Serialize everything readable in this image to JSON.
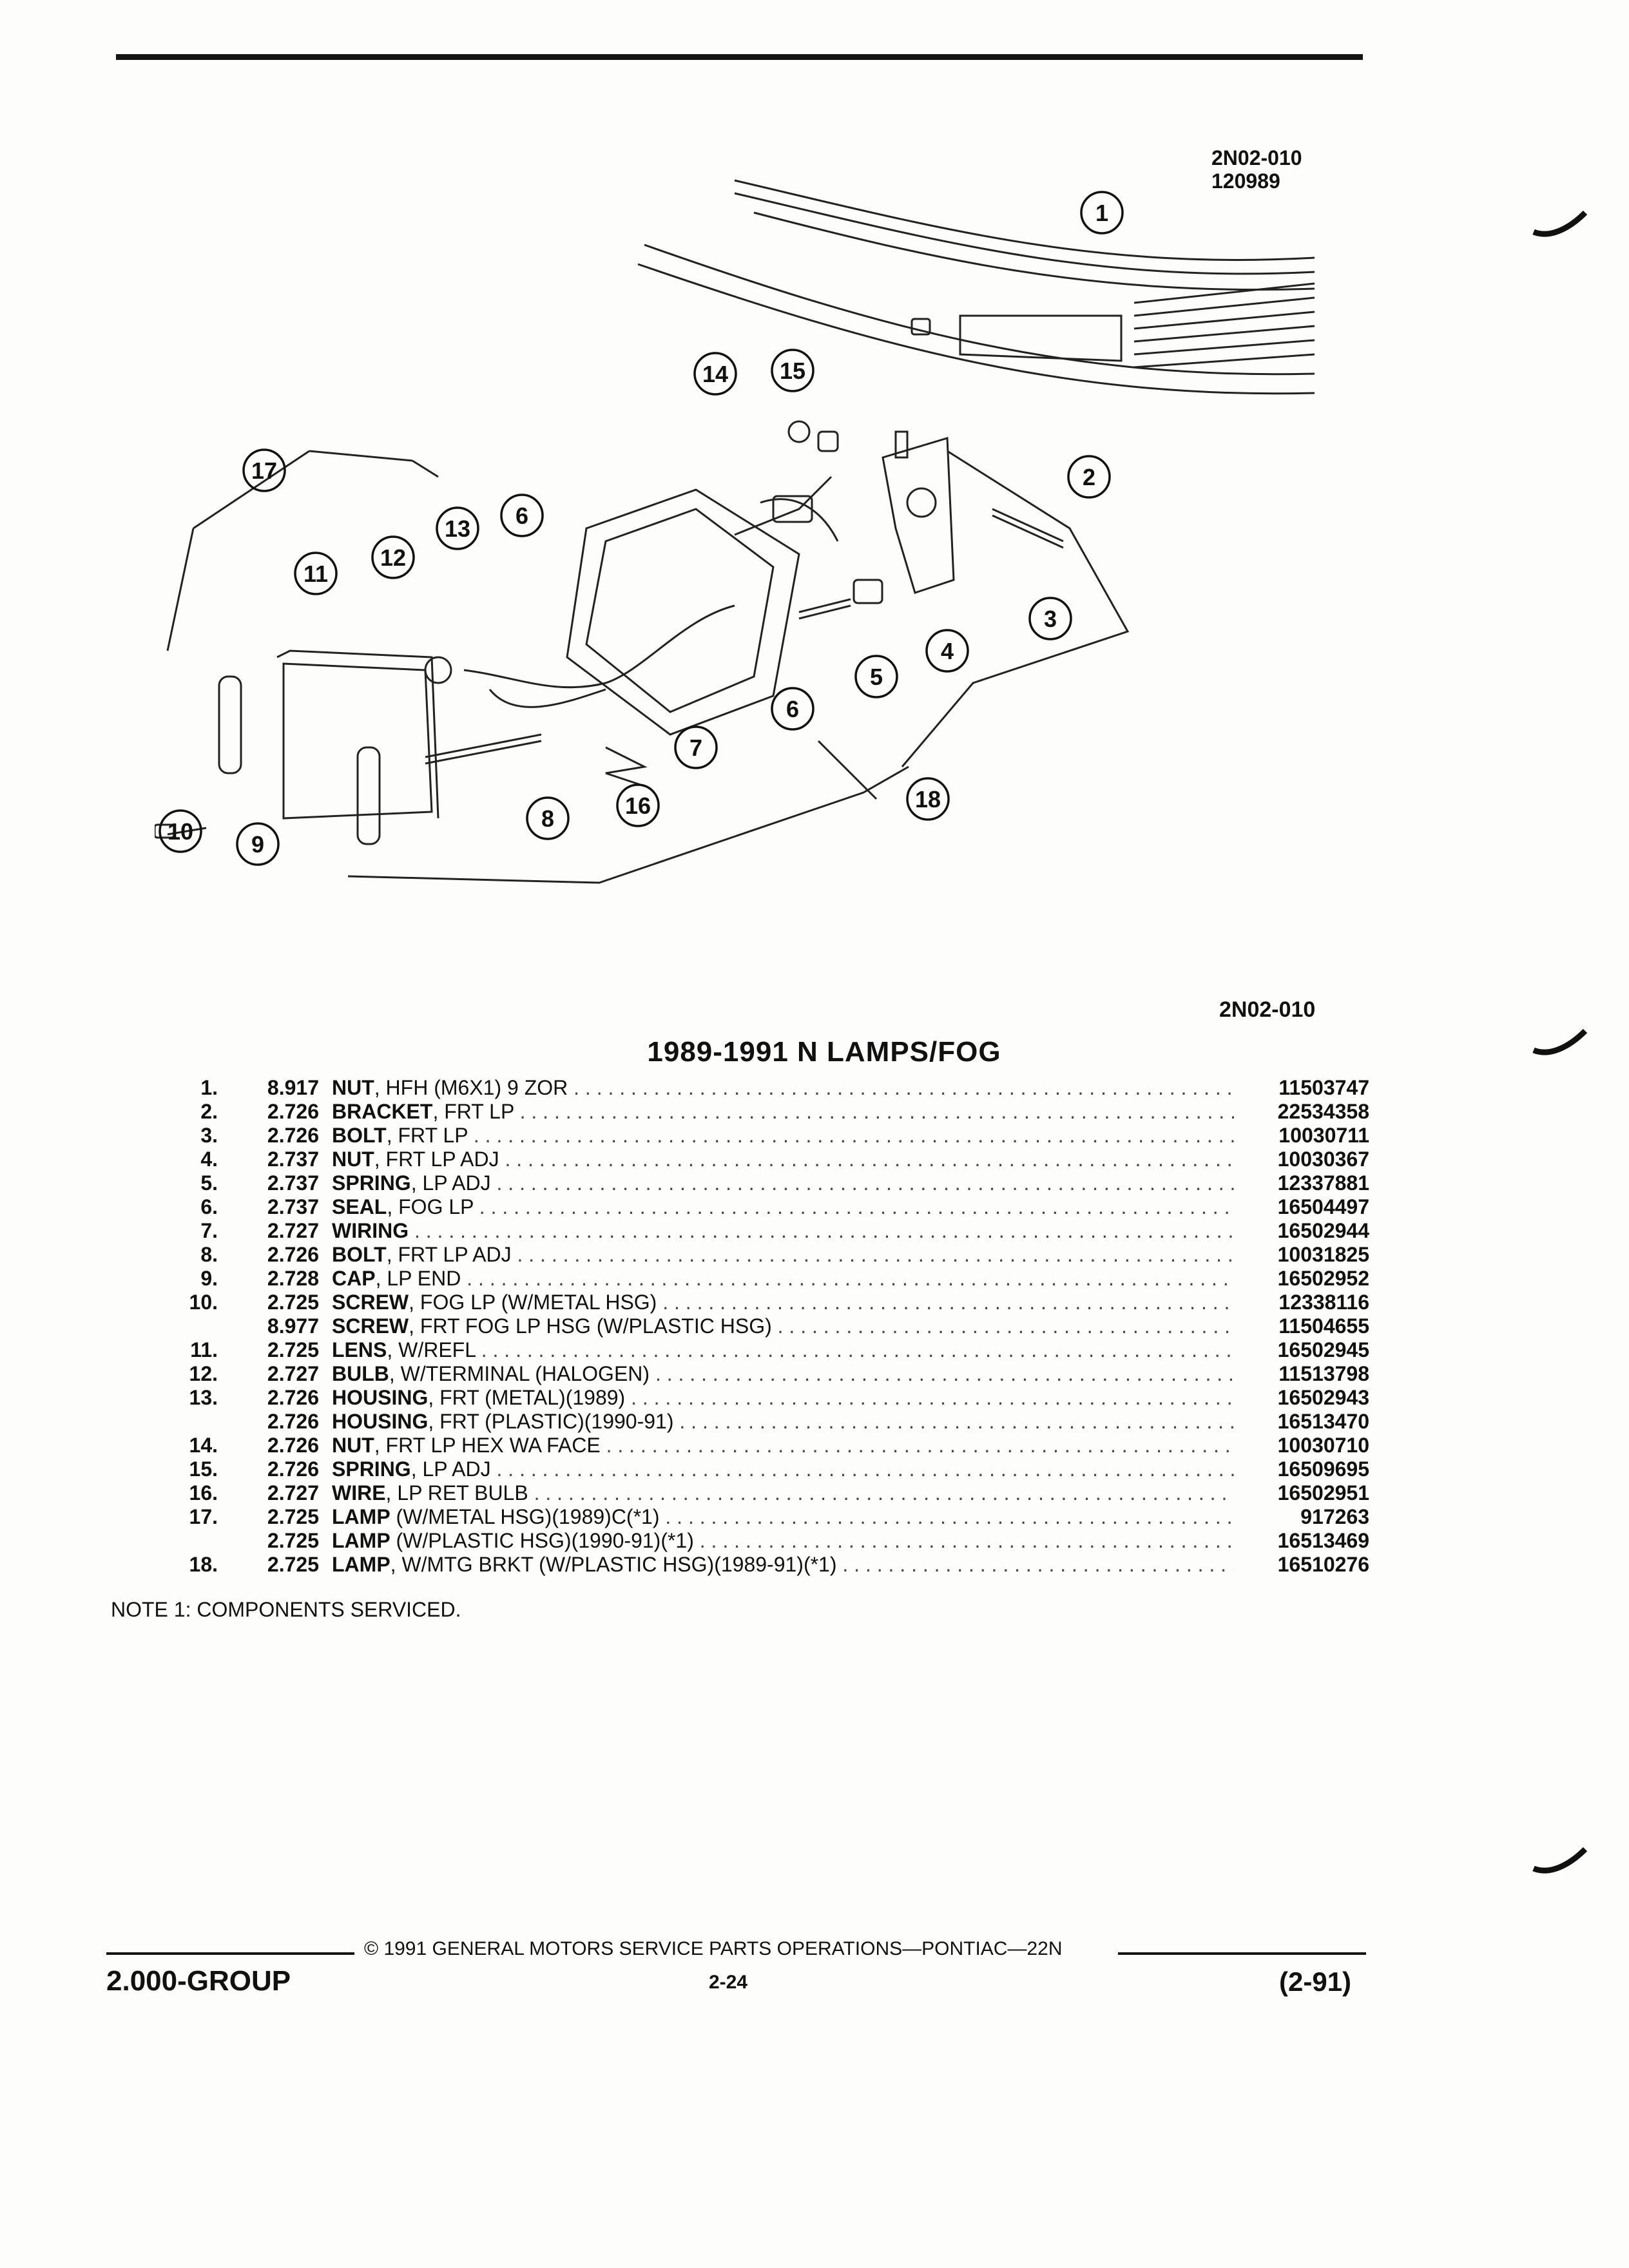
{
  "figure": {
    "id_top": "2N02-010",
    "date_code": "120989",
    "id_bottom": "2N02-010",
    "callouts": [
      "1",
      "2",
      "3",
      "4",
      "5",
      "6",
      "6",
      "7",
      "8",
      "9",
      "10",
      "11",
      "12",
      "13",
      "14",
      "15",
      "16",
      "17",
      "18"
    ]
  },
  "title": "1989-1991 N LAMPS/FOG",
  "parts": [
    {
      "num": "1.",
      "code": "8.917",
      "name": "NUT",
      "detail": ", HFH (M6X1) 9 ZOR",
      "pn": "11503747"
    },
    {
      "num": "2.",
      "code": "2.726",
      "name": "BRACKET",
      "detail": ", FRT LP",
      "pn": "22534358"
    },
    {
      "num": "3.",
      "code": "2.726",
      "name": "BOLT",
      "detail": ", FRT LP",
      "pn": "10030711"
    },
    {
      "num": "4.",
      "code": "2.737",
      "name": "NUT",
      "detail": ", FRT LP ADJ",
      "pn": "10030367"
    },
    {
      "num": "5.",
      "code": "2.737",
      "name": "SPRING",
      "detail": ", LP ADJ",
      "pn": "12337881"
    },
    {
      "num": "6.",
      "code": "2.737",
      "name": "SEAL",
      "detail": ", FOG LP",
      "pn": "16504497"
    },
    {
      "num": "7.",
      "code": "2.727",
      "name": "WIRING",
      "detail": "",
      "pn": "16502944"
    },
    {
      "num": "8.",
      "code": "2.726",
      "name": "BOLT",
      "detail": ", FRT LP ADJ",
      "pn": "10031825"
    },
    {
      "num": "9.",
      "code": "2.728",
      "name": "CAP",
      "detail": ", LP END",
      "pn": "16502952"
    },
    {
      "num": "10.",
      "code": "2.725",
      "name": "SCREW",
      "detail": ", FOG LP (W/METAL HSG)",
      "pn": "12338116"
    },
    {
      "num": "",
      "code": "8.977",
      "name": "SCREW",
      "detail": ", FRT FOG LP HSG (W/PLASTIC HSG)",
      "pn": "11504655"
    },
    {
      "num": "11.",
      "code": "2.725",
      "name": "LENS",
      "detail": ", W/REFL",
      "pn": "16502945"
    },
    {
      "num": "12.",
      "code": "2.727",
      "name": "BULB",
      "detail": ", W/TERMINAL (HALOGEN)",
      "pn": "11513798"
    },
    {
      "num": "13.",
      "code": "2.726",
      "name": "HOUSING",
      "detail": ", FRT (METAL)(1989)",
      "pn": "16502943"
    },
    {
      "num": "",
      "code": "2.726",
      "name": "HOUSING",
      "detail": ", FRT (PLASTIC)(1990-91)",
      "pn": "16513470"
    },
    {
      "num": "14.",
      "code": "2.726",
      "name": "NUT",
      "detail": ", FRT LP HEX WA FACE",
      "pn": "10030710"
    },
    {
      "num": "15.",
      "code": "2.726",
      "name": "SPRING",
      "detail": ", LP ADJ",
      "pn": "16509695"
    },
    {
      "num": "16.",
      "code": "2.727",
      "name": "WIRE",
      "detail": ", LP RET BULB",
      "pn": "16502951"
    },
    {
      "num": "17.",
      "code": "2.725",
      "name": "LAMP",
      "detail": " (W/METAL HSG)(1989)C(*1)",
      "pn": "917263"
    },
    {
      "num": "",
      "code": "2.725",
      "name": "LAMP",
      "detail": " (W/PLASTIC HSG)(1990-91)(*1)",
      "pn": "16513469"
    },
    {
      "num": "18.",
      "code": "2.725",
      "name": "LAMP",
      "detail": ", W/MTG BRKT (W/PLASTIC HSG)(1989-91)(*1)",
      "pn": "16510276"
    }
  ],
  "note": "NOTE  1:  COMPONENTS SERVICED.",
  "footer": {
    "copyright": "©  1991  GENERAL MOTORS SERVICE PARTS OPERATIONS—PONTIAC—22N",
    "group": "2.000-GROUP",
    "page": "2-24",
    "revision": "(2-91)"
  }
}
